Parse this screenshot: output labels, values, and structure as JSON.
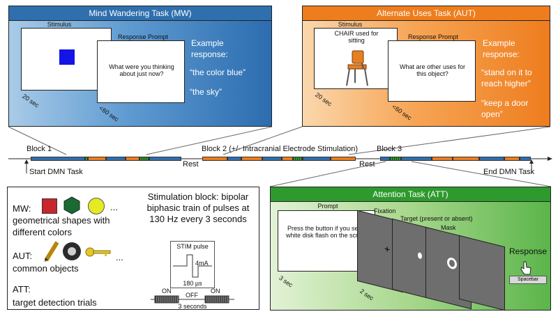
{
  "mw": {
    "title": "Mind Wandering Task (MW)",
    "stimulus_label": "Stimulus",
    "prompt_label": "Response Prompt",
    "prompt_text": "What were you thinking about just now?",
    "example_title": "Example response:",
    "examples": [
      "“the color blue”",
      "“the sky”"
    ],
    "dur1": "20 sec",
    "dur2": "<60 sec",
    "header_color": "#2f6fae"
  },
  "aut": {
    "title": "Alternate Uses Task (AUT)",
    "stimulus_label": "Stimulus",
    "stimulus_text": "CHAIR used for sitting",
    "prompt_label": "Response Prompt",
    "prompt_text": "What are other uses for this object?",
    "example_title": "Example response:",
    "examples": [
      "“stand on it to reach higher”",
      "“keep a door open”"
    ],
    "dur1": "20 sec",
    "dur2": "<60 sec",
    "header_color": "#ee7d1e"
  },
  "timeline": {
    "block1": "Block 1",
    "block2": "Block 2 (+/- Intracranial Electrode Stimulation)",
    "block3": "Block 3",
    "rest1": "Rest",
    "rest2": "Rest",
    "start": "Start DMN Task",
    "end": "End DMN Task",
    "colors": {
      "mw": "#2f6fae",
      "aut": "#ee7d1e",
      "att": "#2e9a2e"
    }
  },
  "legend": {
    "mw_label": "MW:",
    "mw_desc": "geometrical shapes with different colors",
    "aut_label": "AUT:",
    "aut_desc": "common objects",
    "att_label": "ATT:",
    "att_desc": "target detection trials",
    "ellipsis": "...",
    "stim_title": "Stimulation block: bipolar biphasic train of pulses at 130 Hz every 3 seconds",
    "stim_pulse": "STIM pulse",
    "amp": "4mA",
    "width": "180 µs",
    "on1": "ON",
    "off": "OFF",
    "on2": "ON",
    "seconds": "3 seconds"
  },
  "att": {
    "title": "Attention Task (ATT)",
    "prompt_label": "Prompt",
    "prompt_text": "Press the button if you see a white disk flash on the screen",
    "fixation": "Fixation",
    "target": "Target (present or absent)",
    "mask": "Mask",
    "response": "Response",
    "key": "Spacebar",
    "dur1": "3 sec",
    "dur2": "2 sec",
    "header_color": "#2e9a2e"
  }
}
